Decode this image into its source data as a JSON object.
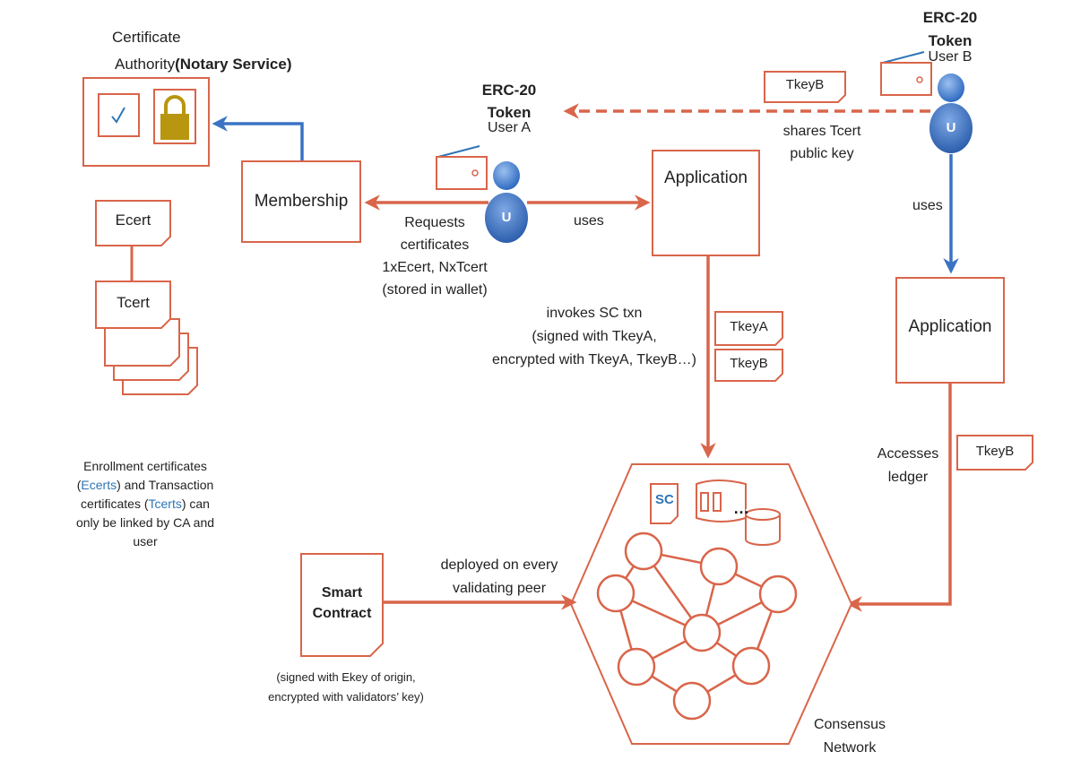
{
  "ca": {
    "title_line1": "Certificate",
    "title_line2": "Authority",
    "title_suffix": "(Notary Service)"
  },
  "membership": {
    "label": "Membership"
  },
  "certs": {
    "ecert": "Ecert",
    "tcert": "Tcert"
  },
  "enrollment_note": {
    "line1": "Enrollment certificates",
    "line2_a": "(",
    "line2_link": "Ecerts",
    "line2_b": ") and Transaction",
    "line3_a": "certificates (",
    "line3_link": "Tcerts",
    "line3_b": ") can",
    "line4": "only be linked by CA and",
    "line5": "user"
  },
  "user_a": {
    "token_line1": "ERC-20",
    "token_line2": "Token",
    "name": "User A",
    "avatar_letter": "U"
  },
  "user_b": {
    "token_line1": "ERC-20",
    "token_line2": "Token",
    "name": "User B",
    "avatar_letter": "U"
  },
  "requests": {
    "line1": "Requests",
    "line2": "certificates",
    "line3": "1xEcert, NxTcert",
    "line4": "(stored in wallet)"
  },
  "uses_a": "uses",
  "uses_b": "uses",
  "application_a": {
    "label": "Application"
  },
  "application_b": {
    "label": "Application"
  },
  "share": {
    "line1": "shares Tcert",
    "line2": "public key"
  },
  "keys": {
    "tkeyb_top": "TkeyB",
    "tkeya": "TkeyA",
    "tkeyb_mid": "TkeyB",
    "tkeyb_right": "TkeyB"
  },
  "invoke": {
    "line1": "invokes SC txn",
    "line2": "(signed with TkeyA,",
    "line3": "encrypted with TkeyA, TkeyB…)"
  },
  "accesses": {
    "line1": "Accesses",
    "line2": "ledger"
  },
  "smart_contract": {
    "line1": "Smart",
    "line2": "Contract",
    "note_line1": "(signed with Ekey of origin,",
    "note_line2": "encrypted with validators’ key)"
  },
  "deployed": {
    "line1": "deployed on every",
    "line2": "validating peer"
  },
  "network": {
    "sc_label": "SC",
    "dots": "…",
    "label_line1": "Consensus",
    "label_line2": "Network"
  },
  "colors": {
    "accent": "#D9654A",
    "blue_arrow": "#3A73C4",
    "lock_gold": "#B8960F",
    "avatar_blue": "#2F6BC2",
    "link_blue": "#2E75B6"
  }
}
